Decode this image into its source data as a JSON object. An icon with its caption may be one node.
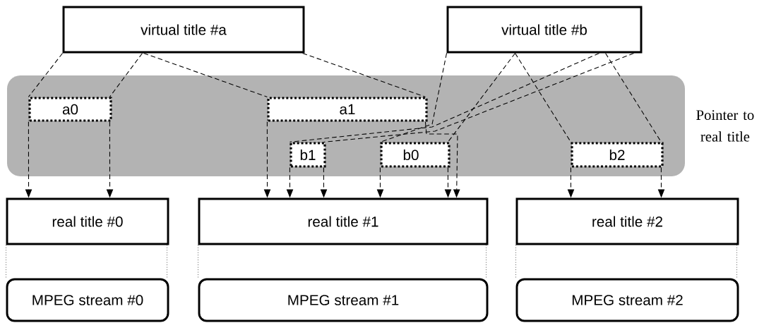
{
  "diagram": {
    "nodes": [
      {
        "text": [
          "virtual title #a"
        ]
      },
      {
        "text": [
          "virtual title #b"
        ]
      },
      {
        "text": [],
        "shape": "box",
        "beside": [
          "Pointer to real title"
        ]
      },
      {
        "text": [
          "a0"
        ],
        "in": 2
      },
      {
        "text": [
          "a1"
        ],
        "in": 2
      },
      {
        "text": [
          "b1"
        ],
        "in": 2
      },
      {
        "text": [
          "b0"
        ],
        "in": 2
      },
      {
        "text": [
          "b2"
        ],
        "in": 2
      },
      {
        "text": [
          "real title #0"
        ]
      },
      {
        "text": [
          "real title #1"
        ]
      },
      {
        "text": [
          "real title #2"
        ]
      },
      {
        "text": [
          "MPEG stream #0"
        ]
      },
      {
        "text": [
          "MPEG stream #1"
        ]
      },
      {
        "text": [
          "MPEG stream #2"
        ]
      }
    ],
    "edges": [
      {
        "from": 0,
        "to": 3,
        "arrow": "none",
        "style": "dashed"
      },
      {
        "from": 0,
        "to": 3,
        "arrow": "none",
        "style": "dashed"
      },
      {
        "from": 0,
        "to": 4,
        "arrow": "none",
        "style": "dashed"
      },
      {
        "from": 0,
        "to": 4,
        "arrow": "none",
        "style": "dashed"
      },
      {
        "from": 1,
        "to": 6,
        "arrow": "none",
        "style": "dashed"
      },
      {
        "from": 1,
        "to": 6,
        "arrow": "none",
        "style": "dashed"
      },
      {
        "from": 1,
        "to": 5,
        "arrow": "none",
        "style": "dashed"
      },
      {
        "from": 1,
        "to": 5,
        "arrow": "none",
        "style": "dashed"
      },
      {
        "from": 1,
        "to": 7,
        "arrow": "none",
        "style": "dashed"
      },
      {
        "from": 1,
        "to": 7,
        "arrow": "none",
        "style": "dashed"
      },
      {
        "from": 3,
        "to": 8,
        "arrow": "to",
        "style": "dashed"
      },
      {
        "from": 3,
        "to": 8,
        "arrow": "to",
        "style": "dashed"
      },
      {
        "from": 4,
        "to": 9,
        "arrow": "to",
        "style": "dashed"
      },
      {
        "from": 4,
        "to": 9,
        "arrow": "to",
        "style": "dashed"
      },
      {
        "from": 5,
        "to": 9,
        "arrow": "to",
        "style": "dashed"
      },
      {
        "from": 5,
        "to": 9,
        "arrow": "to",
        "style": "dashed"
      },
      {
        "from": 6,
        "to": 9,
        "arrow": "to",
        "style": "dashed"
      },
      {
        "from": 6,
        "to": 9,
        "arrow": "to",
        "style": "dashed"
      },
      {
        "from": 7,
        "to": 10,
        "arrow": "to",
        "style": "dashed"
      },
      {
        "from": 7,
        "to": 10,
        "arrow": "to",
        "style": "dashed"
      },
      {
        "from": 8,
        "to": 11,
        "arrow": "none"
      },
      {
        "from": 8,
        "to": 11,
        "arrow": "none"
      },
      {
        "from": 9,
        "to": 12,
        "arrow": "none"
      },
      {
        "from": 9,
        "to": 12,
        "arrow": "none"
      },
      {
        "from": 10,
        "to": 13,
        "arrow": "none"
      },
      {
        "from": 10,
        "to": 13,
        "arrow": "none"
      }
    ]
  }
}
